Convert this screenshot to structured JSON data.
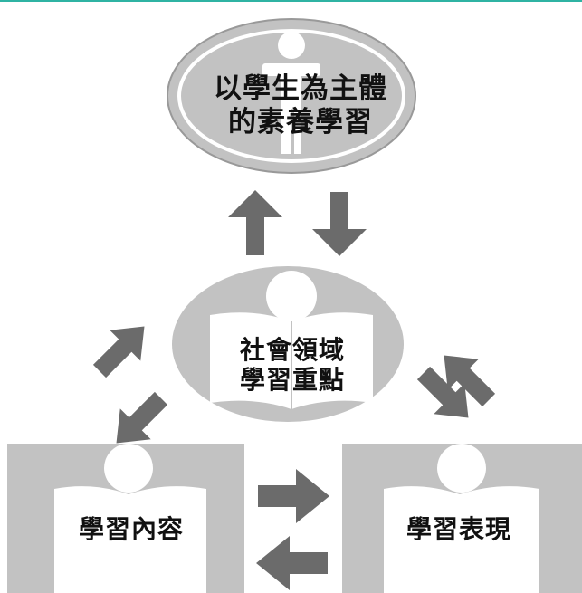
{
  "nodes": {
    "top": {
      "line1": "以學生為主體",
      "line2": "的素養學習"
    },
    "center": {
      "line1": "社會領域",
      "line2": "學習重點"
    },
    "left": {
      "label": "學習內容"
    },
    "right": {
      "label": "學習表現"
    }
  },
  "colors": {
    "accent_line": "#2fb3a3",
    "shape_gray": "#c2c2c2",
    "arrow_gray": "#6b6b6b",
    "book_white": "#ffffff"
  }
}
